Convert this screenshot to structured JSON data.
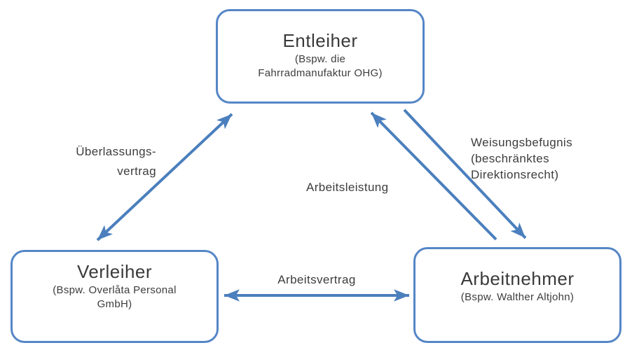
{
  "diagram": {
    "type": "relationship-diagram",
    "nodes": {
      "entleiher": {
        "title": "Entleiher",
        "subtitle_lines": [
          "(Bspw. die",
          "Fahrradmanufaktur OHG)"
        ]
      },
      "verleiher": {
        "title": "Verleiher",
        "subtitle_lines": [
          "(Bspw. Overlåta Personal",
          "GmbH)"
        ]
      },
      "arbeitnehmer": {
        "title": "Arbeitnehmer",
        "subtitle_lines": [
          "(Bspw. Walther Altjohn)"
        ]
      }
    },
    "edges": {
      "ueberlassungsvertrag": {
        "label_lines": [
          "Überlassungs-",
          "vertrag"
        ],
        "from": "Verleiher",
        "to": "Entleiher",
        "arrowheads": "both"
      },
      "arbeitsvertrag": {
        "label": "Arbeitsvertrag",
        "from": "Verleiher",
        "to": "Arbeitnehmer",
        "arrowheads": "both"
      },
      "arbeitsleistung": {
        "label": "Arbeitsleistung",
        "from": "Arbeitnehmer",
        "to": "Entleiher",
        "arrowheads": "end"
      },
      "weisungsbefugnis": {
        "label_lines": [
          "Weisungsbefugnis",
          "(beschränktes",
          "Direktionsrecht)"
        ],
        "from": "Entleiher",
        "to": "Arbeitnehmer",
        "arrowheads": "end"
      }
    },
    "colors": {
      "arrow": "#4b7fbd",
      "node_border": "#5586c6",
      "text": "#3d3d3d",
      "background": "#ffffff"
    }
  }
}
